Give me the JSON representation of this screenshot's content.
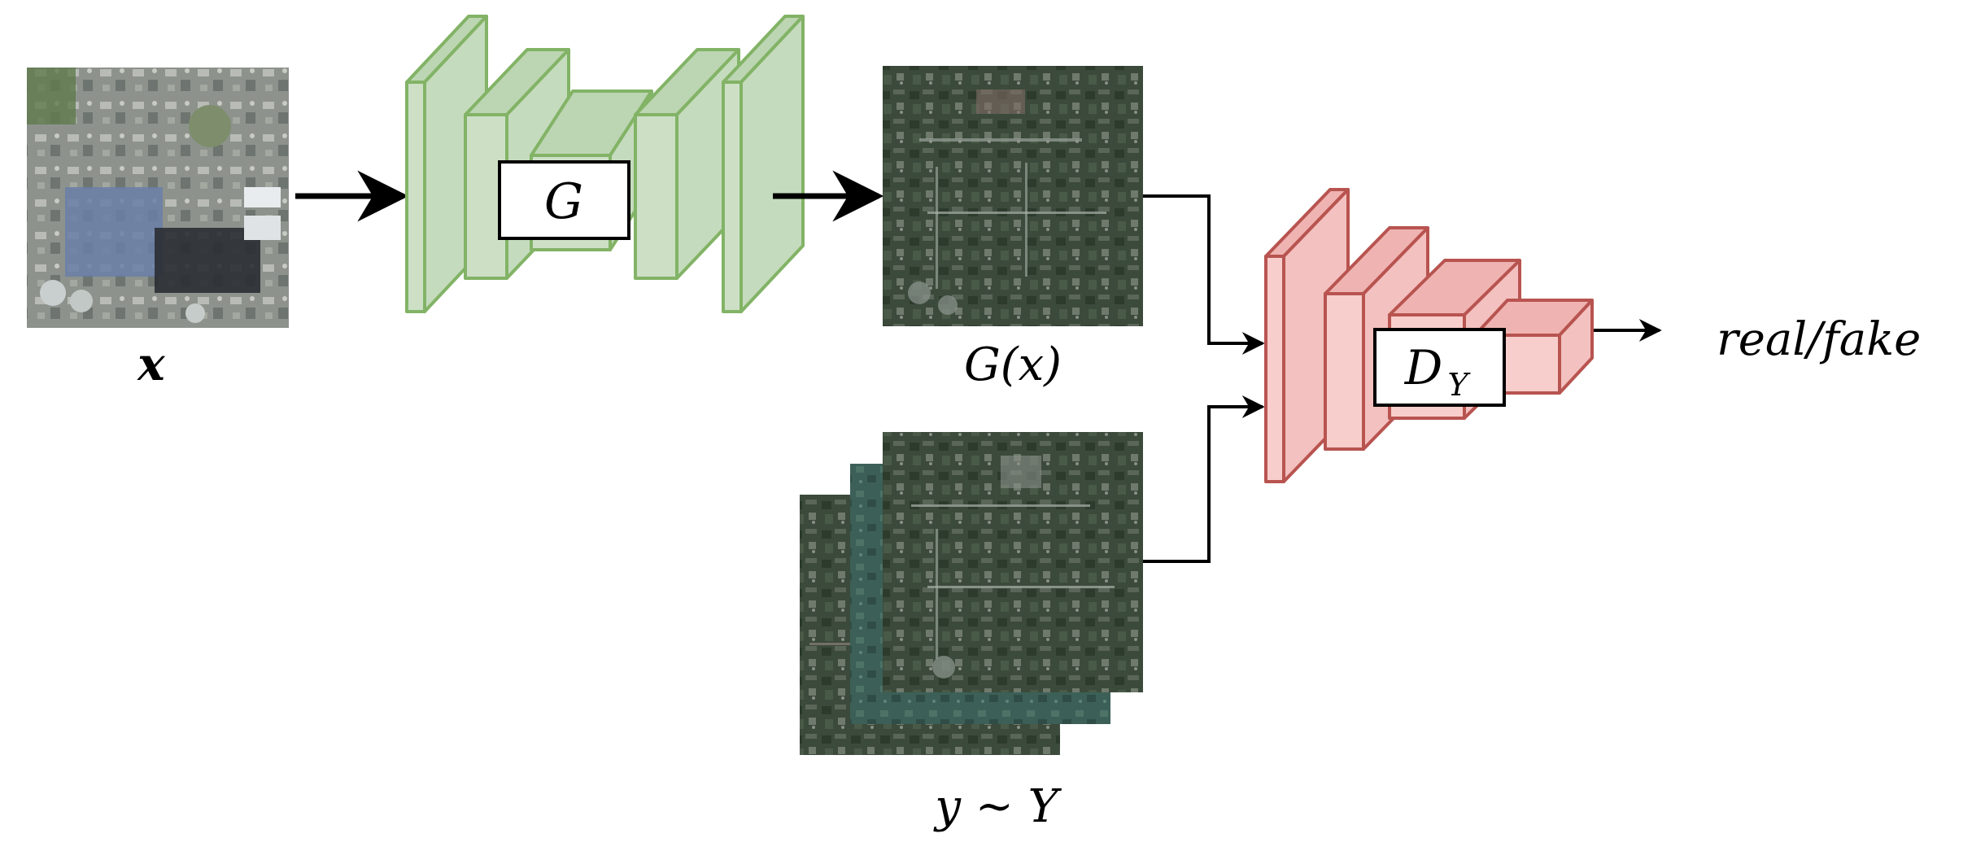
{
  "labels": {
    "input_x": "x",
    "generator": "G",
    "generated": "G(x)",
    "target": "y ~ Y",
    "discriminator_main": "D",
    "discriminator_sub": "Y",
    "output": "real/fake"
  },
  "images": {
    "input_x": "aerial photo of industrial site (input image)",
    "generated": "aerial photo of industrial site, dark green tone (generated)",
    "target_stack": "stack of 3 aerial photos, green tone (target domain samples)"
  },
  "colors": {
    "generator_fill": "#cde0c6",
    "generator_fill_top": "#bcd5b2",
    "generator_stroke": "#82b366",
    "discriminator_fill": "#f8cecc",
    "discriminator_fill_top": "#efb4b2",
    "discriminator_stroke": "#b85450",
    "arrow": "#000000"
  }
}
